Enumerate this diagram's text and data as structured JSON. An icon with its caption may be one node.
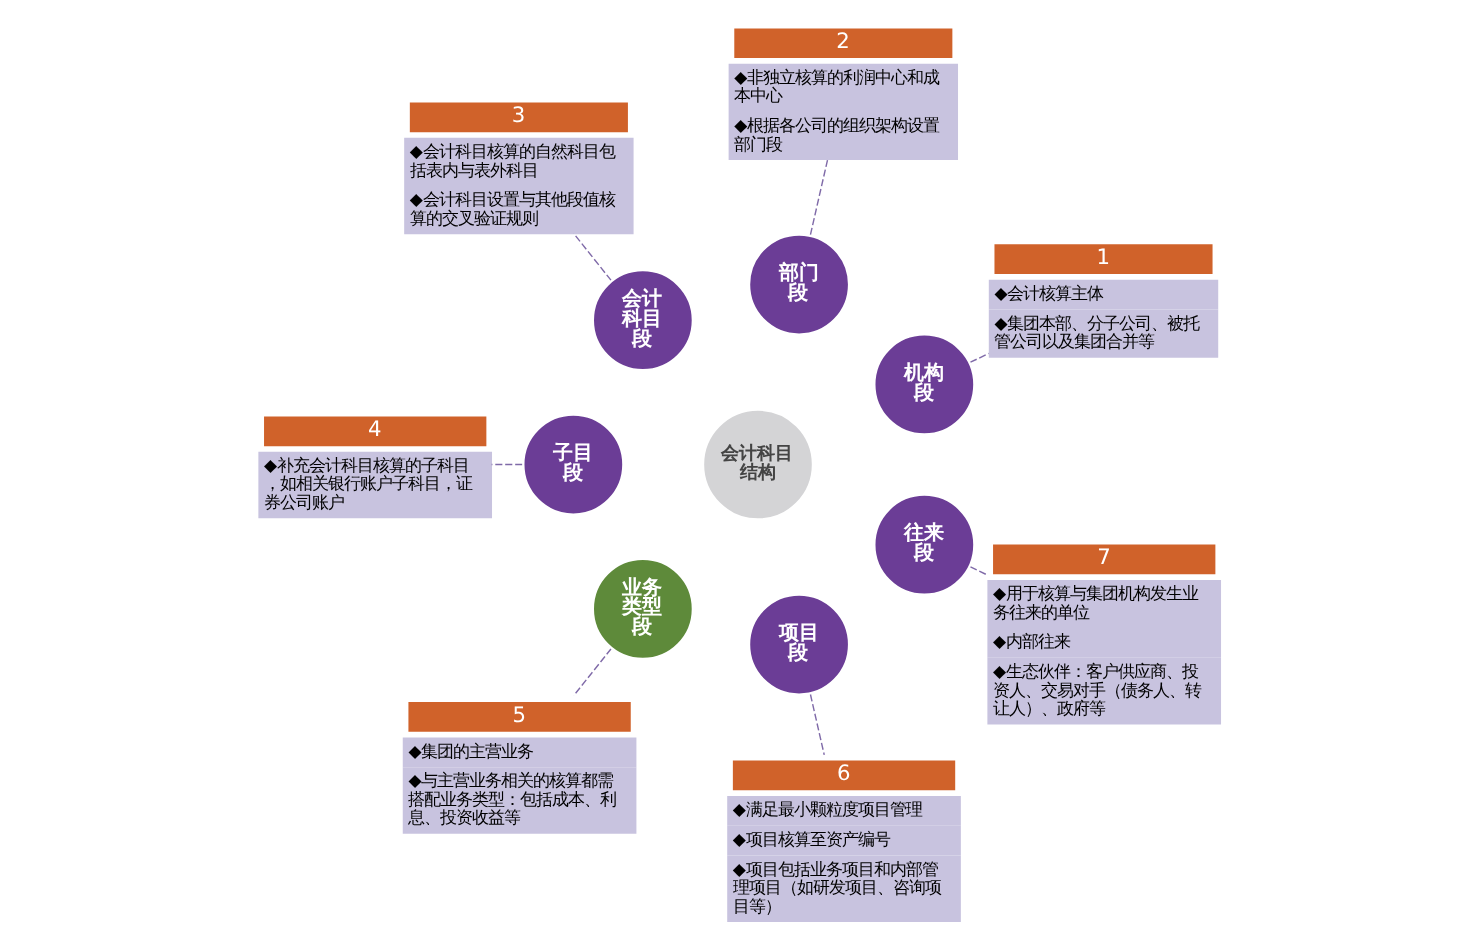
{
  "diagram": {
    "nodes": [
      {
        "text": [
          "会计科目结构"
        ]
      },
      {
        "text": [
          "机构段"
        ]
      },
      {
        "text": [
          "部门段"
        ]
      },
      {
        "text": [
          "会计科目段"
        ]
      },
      {
        "text": [
          "子目段"
        ]
      },
      {
        "text": [
          "业务类型段"
        ]
      },
      {
        "text": [
          "项目段"
        ]
      },
      {
        "text": [
          "往来段"
        ]
      },
      {
        "text": [
          "1",
          "◆会计核算主体",
          "◆集团本部、分子公司、被托管公司以及集团合并等"
        ]
      },
      {
        "text": [
          "2",
          "◆非独立核算的利润中心和成本中心",
          "◆根据各公司的组织架构设置部门段"
        ]
      },
      {
        "text": [
          "3",
          "◆会计科目核算的自然科目包括表内与表外科目",
          "◆会计科目设置与其他段值核算的交叉验证规则"
        ]
      },
      {
        "text": [
          "4",
          "◆补充会计科目核算的子科目，如相关银行账户子科目，证券公司账户"
        ]
      },
      {
        "text": [
          "5",
          "◆集团的主营业务",
          "◆与主营业务相关的核算都需搭配业务类型：包括成本、利息、投资收益等"
        ]
      },
      {
        "text": [
          "6",
          "◆满足最小颗粒度项目管理",
          "◆项目核算至资产编号",
          "◆项目包括业务项目和内部管理项目（如研发项目、咨询项目等）"
        ]
      },
      {
        "text": [
          "7",
          "◆用于核算与集团机构发生业务往来的单位",
          "◆内部往来",
          "◆生态伙伴：客户供应商、投资人、交易对手（债务人、转让人）、政府等"
        ]
      }
    ],
    "edges": [
      {
        "from": 1,
        "to": 8,
        "arrow": "none",
        "style": "dashed"
      },
      {
        "from": 2,
        "to": 9,
        "arrow": "none",
        "style": "dashed"
      },
      {
        "from": 3,
        "to": 10,
        "arrow": "none",
        "style": "dashed"
      },
      {
        "from": 4,
        "to": 11,
        "arrow": "none",
        "style": "dashed"
      },
      {
        "from": 5,
        "to": 12,
        "arrow": "none",
        "style": "dashed"
      },
      {
        "from": 6,
        "to": 13,
        "arrow": "none",
        "style": "dashed"
      },
      {
        "from": 7,
        "to": 14,
        "arrow": "none",
        "style": "dashed"
      }
    ]
  }
}
